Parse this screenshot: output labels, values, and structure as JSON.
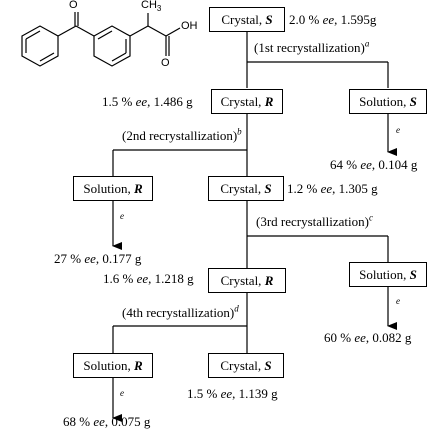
{
  "molecule": {
    "methyl_label": "CH",
    "methyl_sub": "3",
    "oxygen_label": "O",
    "acid_label": "OH"
  },
  "root": {
    "box": {
      "word": "Crystal,",
      "config": "S"
    },
    "info_pct": "2.0 %",
    "info_ee": "ee",
    "info_mass": ", 1.595g"
  },
  "step1": {
    "label": "(1st recrystallization)",
    "note": "a",
    "crystal": {
      "word": "Crystal,",
      "config": "R",
      "info_pct": "1.5 %",
      "info_ee": "ee",
      "info_mass": ", 1.486 g"
    },
    "solution": {
      "word": "Solution,",
      "config": "S",
      "result_pct": "64 %",
      "result_ee": "ee",
      "result_mass": ", 0.104 g",
      "note": "e"
    }
  },
  "step2": {
    "label": "(2nd recrystallization)",
    "note": "b",
    "solution": {
      "word": "Solution,",
      "config": "R",
      "result_pct": "27 %",
      "result_ee": "ee",
      "result_mass": ", 0.177 g",
      "note": "e"
    },
    "crystal": {
      "word": "Crystal,",
      "config": "S",
      "info_pct": "1.2 %",
      "info_ee": "ee",
      "info_mass": ", 1.305 g"
    }
  },
  "step3": {
    "label": "(3rd recrystallization)",
    "note": "c",
    "crystal": {
      "word": "Crystal,",
      "config": "R",
      "info_pct": "1.6 %",
      "info_ee": "ee",
      "info_mass": ", 1.218 g"
    },
    "solution": {
      "word": "Solution,",
      "config": "S",
      "result_pct": "60 %",
      "result_ee": "ee",
      "result_mass": ", 0.082 g",
      "note": "e"
    }
  },
  "step4": {
    "label": "(4th recrystallization)",
    "note": "d",
    "solution": {
      "word": "Solution,",
      "config": "R",
      "result_pct": "68 %",
      "result_ee": "ee",
      "result_mass": ", 0.075 g",
      "note": "e"
    },
    "crystal": {
      "word": "Crystal,",
      "config": "S",
      "info_pct": "1.5 %",
      "info_ee": "ee",
      "info_mass": ", 1.139 g"
    }
  }
}
